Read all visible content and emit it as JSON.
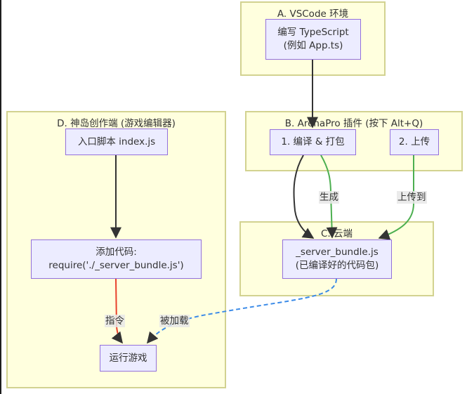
{
  "colors": {
    "cluster_fill": "#ffffde",
    "cluster_border": "#d2d290",
    "node_fill": "#ececff",
    "node_border": "#9370db",
    "edge_default": "#333333",
    "edge_green": "#4caf50",
    "edge_red": "#e8412c",
    "edge_blue_dashed": "#3b8be8"
  },
  "clusters": {
    "a": {
      "title": "A. VSCode 环境"
    },
    "b": {
      "title": "B. ArenaPro 插件 (按下 Alt+Q)"
    },
    "c": {
      "title": "C. 云端"
    },
    "d": {
      "title": "D. 神岛创作端 (游戏编辑器)"
    }
  },
  "nodes": {
    "write_ts": "编写 TypeScript\n(例如 App.ts)",
    "compile_pack": "1. 编译 & 打包",
    "upload": "2. 上传",
    "bundle": "_server_bundle.js\n(已编译好的代码包)",
    "entry_script": "入口脚本 index.js",
    "add_code": "添加代码:\nrequire('./_server_bundle.js')",
    "run_game": "运行游戏"
  },
  "edges": [
    {
      "from": "write_ts",
      "to": "compile_pack",
      "label": "",
      "style": "solid",
      "color": "default"
    },
    {
      "from": "compile_pack",
      "to": "bundle",
      "label": "",
      "style": "solid",
      "color": "default"
    },
    {
      "from": "compile_pack",
      "to": "bundle",
      "label": "生成",
      "style": "solid",
      "color": "green"
    },
    {
      "from": "upload",
      "to": "bundle",
      "label": "上传到",
      "style": "solid",
      "color": "green"
    },
    {
      "from": "entry_script",
      "to": "add_code",
      "label": "",
      "style": "solid",
      "color": "default"
    },
    {
      "from": "add_code",
      "to": "run_game",
      "label": "指令",
      "style": "solid",
      "color": "red"
    },
    {
      "from": "bundle",
      "to": "run_game",
      "label": "被加载",
      "style": "dashed",
      "color": "blue"
    }
  ]
}
